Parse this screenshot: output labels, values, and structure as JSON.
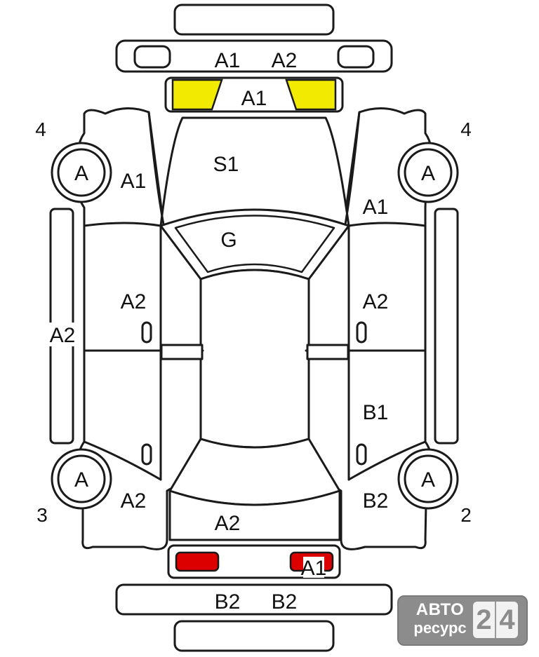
{
  "labels": {
    "front_bumper_left": "A1",
    "front_bumper_right": "A2",
    "front_grille": "A1",
    "hood": "S1",
    "windshield": "G",
    "front_fender_left": "A1",
    "front_fender_right": "A1",
    "front_door_left": "A2",
    "front_door_right": "A2",
    "side_sill_left": "A2",
    "rear_door_right": "B1",
    "rear_fender_left": "A2",
    "rear_fender_right": "B2",
    "trunk": "A2",
    "rear_panel": "A1",
    "rear_bumper_left": "B2",
    "rear_bumper_right": "B2"
  },
  "wheels": {
    "front_left": "A",
    "front_right": "A",
    "rear_left": "A",
    "rear_right": "A"
  },
  "corners": {
    "front_left": "4",
    "front_right": "4",
    "rear_left": "3",
    "rear_right": "2"
  },
  "colors": {
    "headlight": "#f2ea00",
    "taillight": "#dd0000",
    "line": "#1a1a1a",
    "badge": "#8c8c8c"
  },
  "logo": {
    "line1": "АВТО",
    "line2": "ресурс",
    "digit1": "2",
    "digit2": "4"
  }
}
